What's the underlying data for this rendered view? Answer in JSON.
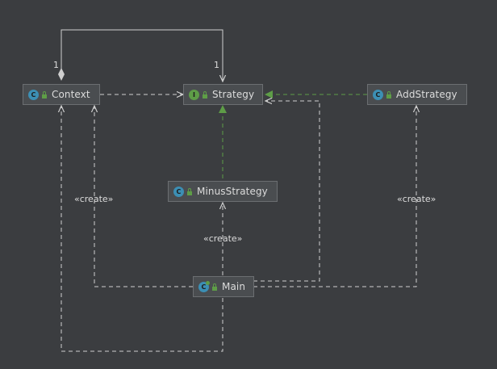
{
  "nodes": {
    "context": {
      "name": "Context",
      "kind": "C"
    },
    "strategy": {
      "name": "Strategy",
      "kind": "I"
    },
    "add_strategy": {
      "name": "AddStrategy",
      "kind": "C"
    },
    "minus_strategy": {
      "name": "MinusStrategy",
      "kind": "C"
    },
    "main": {
      "name": "Main",
      "kind": "C"
    }
  },
  "edge_labels": {
    "create_context": "«create»",
    "create_minus": "«create»",
    "create_add": "«create»",
    "multiplicity_context": "1",
    "multiplicity_strategy": "1"
  },
  "colors": {
    "background": "#3b3d40",
    "node_fill": "#4a4d50",
    "dependency_line": "#cfcfcf",
    "realization_line": "#5e9d47"
  }
}
